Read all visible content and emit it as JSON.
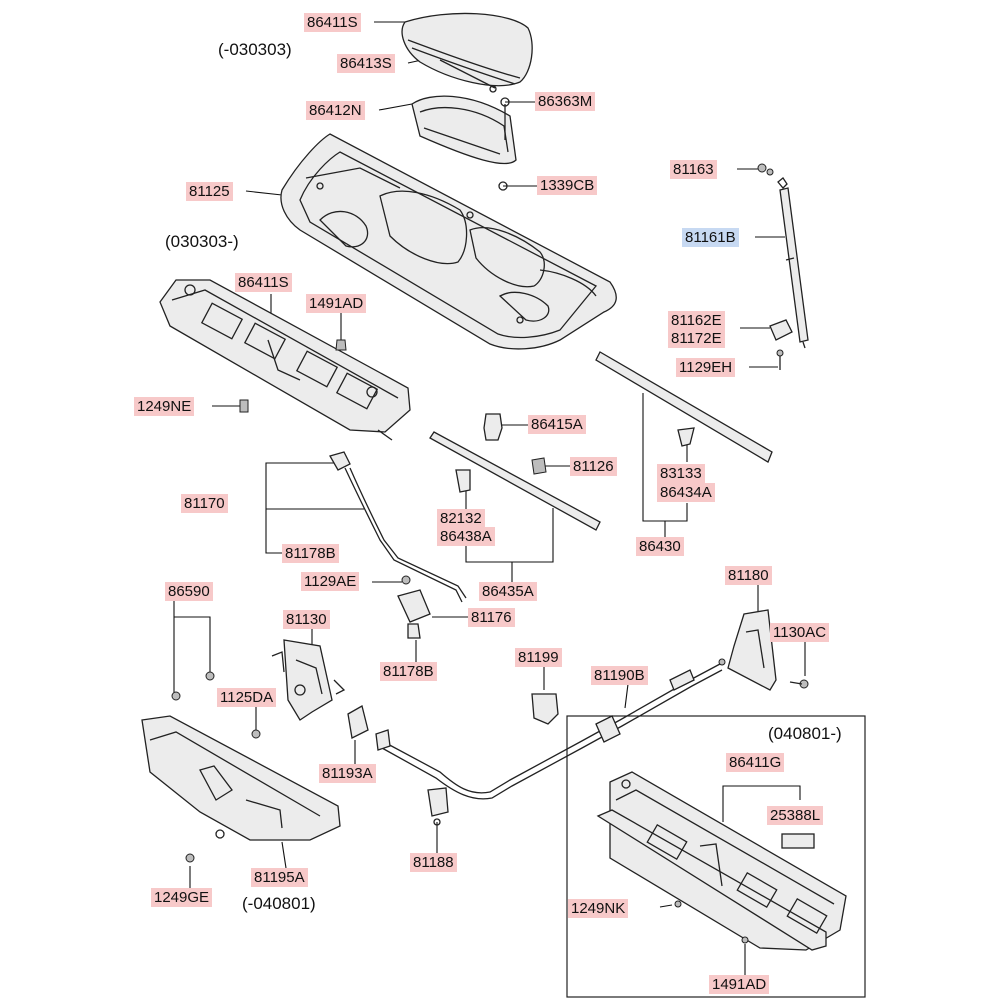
{
  "parts": [
    {
      "id": "86411S_top",
      "text": "86411S",
      "selected": false
    },
    {
      "id": "86413S",
      "text": "86413S",
      "selected": false
    },
    {
      "id": "86412N",
      "text": "86412N",
      "selected": false
    },
    {
      "id": "86363M",
      "text": "86363M",
      "selected": false
    },
    {
      "id": "1339CB",
      "text": "1339CB",
      "selected": false
    },
    {
      "id": "81125",
      "text": "81125",
      "selected": false
    },
    {
      "id": "81163",
      "text": "81163",
      "selected": false
    },
    {
      "id": "81161B",
      "text": "81161B",
      "selected": true
    },
    {
      "id": "86411S_mid",
      "text": "86411S",
      "selected": false
    },
    {
      "id": "1491AD_top",
      "text": "1491AD",
      "selected": false
    },
    {
      "id": "81162E",
      "text": "81162E",
      "selected": false
    },
    {
      "id": "81172E",
      "text": "81172E",
      "selected": false
    },
    {
      "id": "1129EH",
      "text": "1129EH",
      "selected": false
    },
    {
      "id": "1249NE",
      "text": "1249NE",
      "selected": false
    },
    {
      "id": "86415A",
      "text": "86415A",
      "selected": false
    },
    {
      "id": "81126",
      "text": "81126",
      "selected": false
    },
    {
      "id": "83133",
      "text": "83133",
      "selected": false
    },
    {
      "id": "86434A",
      "text": "86434A",
      "selected": false
    },
    {
      "id": "81170",
      "text": "81170",
      "selected": false
    },
    {
      "id": "82132",
      "text": "82132",
      "selected": false
    },
    {
      "id": "86438A",
      "text": "86438A",
      "selected": false
    },
    {
      "id": "86430",
      "text": "86430",
      "selected": false
    },
    {
      "id": "81178B_top",
      "text": "81178B",
      "selected": false
    },
    {
      "id": "1129AE",
      "text": "1129AE",
      "selected": false
    },
    {
      "id": "86435A",
      "text": "86435A",
      "selected": false
    },
    {
      "id": "81180",
      "text": "81180",
      "selected": false
    },
    {
      "id": "86590",
      "text": "86590",
      "selected": false
    },
    {
      "id": "81130",
      "text": "81130",
      "selected": false
    },
    {
      "id": "81176",
      "text": "81176",
      "selected": false
    },
    {
      "id": "1130AC",
      "text": "1130AC",
      "selected": false
    },
    {
      "id": "81199",
      "text": "81199",
      "selected": false
    },
    {
      "id": "81190B",
      "text": "81190B",
      "selected": false
    },
    {
      "id": "81178B_bot",
      "text": "81178B",
      "selected": false
    },
    {
      "id": "1125DA",
      "text": "1125DA",
      "selected": false
    },
    {
      "id": "86411G",
      "text": "86411G",
      "selected": false
    },
    {
      "id": "25388L",
      "text": "25388L",
      "selected": false
    },
    {
      "id": "81193A",
      "text": "81193A",
      "selected": false
    },
    {
      "id": "81188",
      "text": "81188",
      "selected": false
    },
    {
      "id": "1249NK",
      "text": "1249NK",
      "selected": false
    },
    {
      "id": "81195A",
      "text": "81195A",
      "selected": false
    },
    {
      "id": "1249GE",
      "text": "1249GE",
      "selected": false
    },
    {
      "id": "1491AD_bot",
      "text": "1491AD",
      "selected": false
    }
  ],
  "notes": {
    "range_030303_before": "(-030303)",
    "range_030303_after": "(030303-)",
    "range_040801_after": "(040801-)",
    "range_040801_before": "(-040801)"
  },
  "colors": {
    "label_bg": "#f7c9c9",
    "label_selected_bg": "#c7d9f2"
  }
}
